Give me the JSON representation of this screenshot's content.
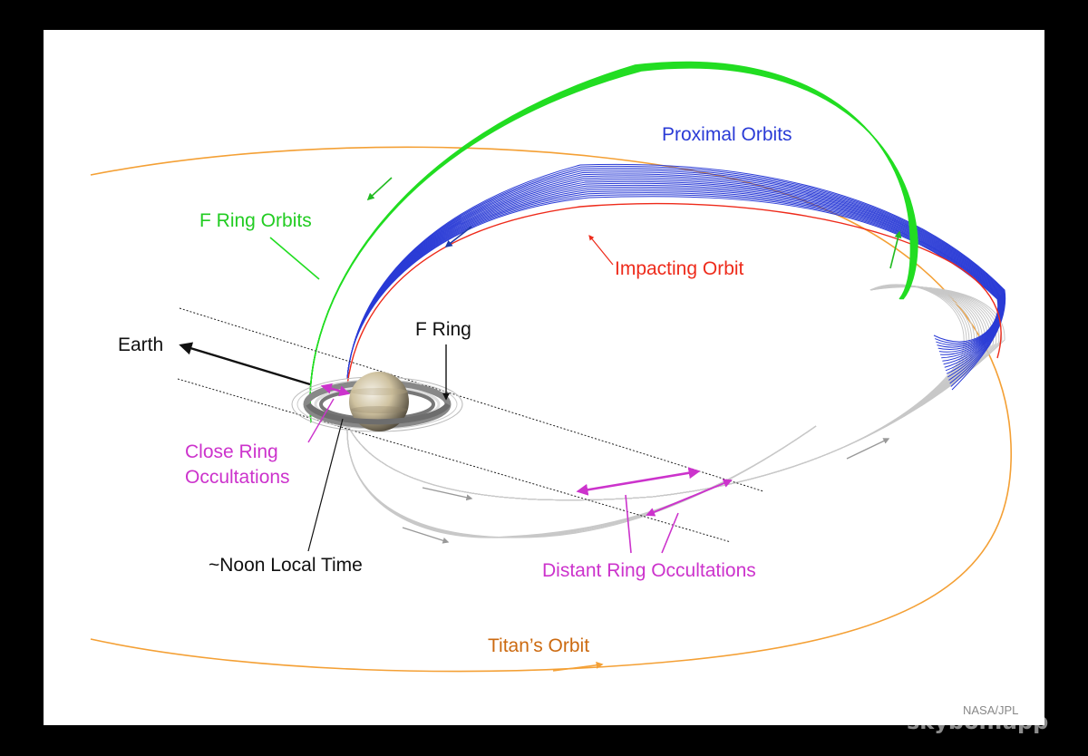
{
  "labels": {
    "proximal": "Proximal Orbits",
    "f_ring_orbits": "F Ring Orbits",
    "impacting": "Impacting Orbit",
    "f_ring": "F Ring",
    "earth": "Earth",
    "close_ring_1": "Close Ring",
    "close_ring_2": "Occultations",
    "noon": "~Noon Local Time",
    "distant": "Distant Ring Occultations",
    "titan": "Titan’s Orbit"
  },
  "credit": "NASA/JPL",
  "watermark": "skybon.app",
  "colors": {
    "background": "#000000",
    "panel": "#ffffff",
    "proximal": "#2a3bd6",
    "f_ring_orbits": "#22dd22",
    "impacting": "#ee2b1b",
    "titan": "#f4a035",
    "titan_label": "#cc6a10",
    "occultation": "#cc33cc",
    "gray_orbits": "#c8c8c8",
    "ink": "#111111"
  },
  "icons": {
    "planet": "saturn-icon",
    "direction": "arrow-icon"
  }
}
